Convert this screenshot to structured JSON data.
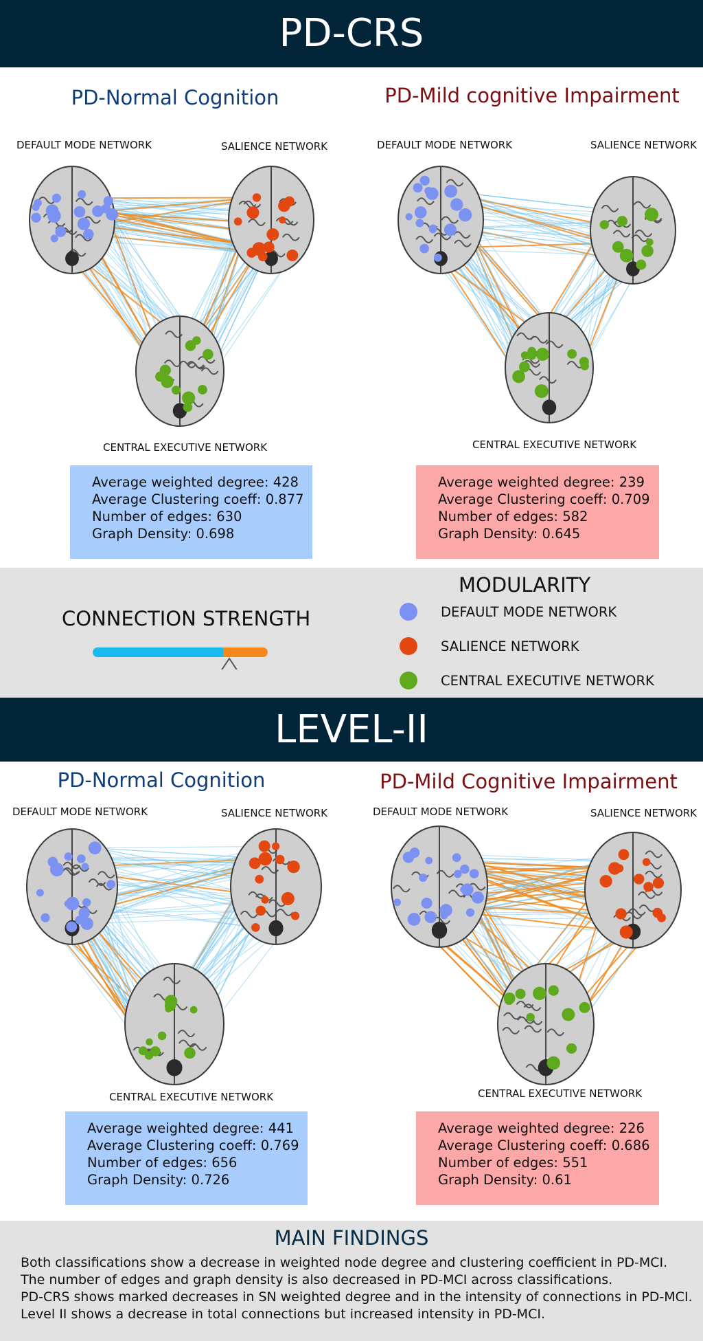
{
  "sections": {
    "crs": {
      "title": "PD-CRS"
    },
    "level2": {
      "title": "LEVEL-II"
    }
  },
  "colors": {
    "dmn": "#7b92f2",
    "sn": "#e2480f",
    "cen": "#5fa91c",
    "weak": "#7ec9ee",
    "strong": "#f38a1a",
    "band": "#032539"
  },
  "net_labels": {
    "dmn": "DEFAULT MODE NETWORK",
    "sn": "SALIENCE NETWORK",
    "cen": "CENTRAL EXECUTIVE NETWORK"
  },
  "crs": {
    "nc": {
      "title": "PD-Normal Cognition",
      "stats": [
        "Average weighted degree: 428",
        "Average Clustering coeff: 0.877",
        "Number of edges: 630",
        "Graph Density: 0.698"
      ]
    },
    "mci": {
      "title": "PD-Mild cognitive Impairment",
      "stats": [
        "Average weighted degree: 239",
        "Average Clustering coeff: 0.709",
        "Number of edges: 582",
        "Graph Density: 0.645"
      ]
    }
  },
  "level2": {
    "nc": {
      "title": "PD-Normal Cognition",
      "stats": [
        "Average weighted degree: 441",
        "Average Clustering coeff: 0.769",
        "Number of edges: 656",
        "Graph Density: 0.726"
      ]
    },
    "mci": {
      "title": "PD-Mild Cognitive Impairment",
      "stats": [
        "Average weighted degree: 226",
        "Average Clustering coeff: 0.686",
        "Number of edges: 551",
        "Graph Density: 0.61"
      ]
    }
  },
  "legend": {
    "connection_title": "CONNECTION STRENGTH",
    "modularity_title": "MODULARITY",
    "items": [
      "DEFAULT MODE NETWORK",
      "SALIENCE NETWORK",
      "CENTRAL EXECUTIVE NETWORK"
    ]
  },
  "findings": {
    "title": "MAIN FINDINGS",
    "lines": [
      "Both classifications show a decrease in weighted node degree and clustering coefficient in PD-MCI.",
      "The number of edges and graph density is also decreased in PD-MCI across classifications.",
      "PD-CRS shows marked decreases in SN weighted degree and in the intensity of connections in PD-MCI.",
      "Level II shows a decrease in total connections but increased intensity in PD-MCI."
    ]
  }
}
